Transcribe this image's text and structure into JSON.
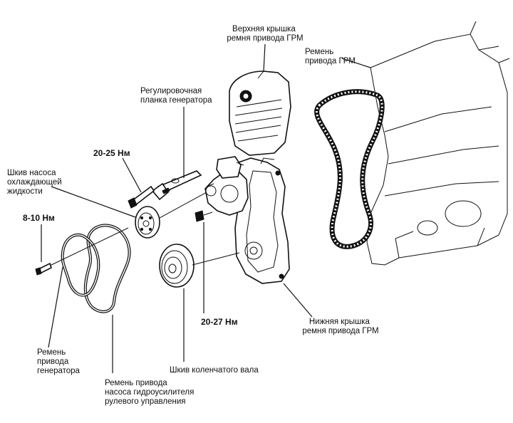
{
  "labels": {
    "upper_cover": [
      "Верхняя крышка",
      "ремня привода ГРМ"
    ],
    "timing_belt": [
      "Ремень",
      "привода ГРМ"
    ],
    "adjust_bar": [
      "Регулировочная",
      "планка генератора"
    ],
    "torque_20_25": "20-25 Нм",
    "pump_pulley": [
      "Шкив насоса",
      "охлаждающей",
      "жидкости"
    ],
    "torque_8_10": "8-10 Нм",
    "lower_cover": [
      "Нижняя крышка",
      "ремня привода ГРМ"
    ],
    "torque_20_27": "20-27 Нм",
    "alt_belt": [
      "Ремень",
      "привода",
      "генератора"
    ],
    "crank_pulley": "Шкив коленчатого вала",
    "ps_belt": [
      "Ремень привода",
      "насоса гидроусилителя",
      "рулевого управления"
    ]
  },
  "colors": {
    "ink": "#111111",
    "paper": "#ffffff"
  }
}
